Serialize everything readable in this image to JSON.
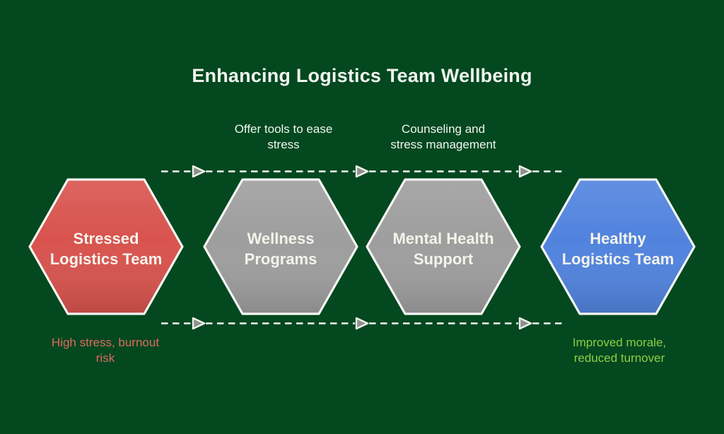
{
  "title": "Enhancing Logistics Team Wellbeing",
  "nodes": [
    {
      "id": "stressed-logistics-team",
      "label": "Stressed Logistics Team"
    },
    {
      "id": "wellness-programs",
      "label": "Wellness Programs"
    },
    {
      "id": "mental-health-support",
      "label": "Mental Health Support"
    },
    {
      "id": "healthy-logistics-team",
      "label": "Healthy Logistics Team"
    }
  ],
  "transitions": [
    {
      "label": "Offer tools to ease stress"
    },
    {
      "label": "Counseling and stress management"
    }
  ],
  "annotations": {
    "left": {
      "text": "High stress, burnout risk",
      "color": "#DF6A5F"
    },
    "right": {
      "text": "Improved morale, reduced turnover",
      "color": "#8FCE45"
    }
  },
  "colors": {
    "background": "#03481F",
    "title_text": "#F1F5F1",
    "label_text": "#F1F5F1",
    "node_text": "#F4F4EC",
    "node_border": "#F5F7F4",
    "arrow": "#F1F4F0",
    "arrowhead_fill": "#8E918C",
    "stressed_fill": "#D8534E",
    "neutral_fill": "#9E9E9E",
    "healthy_fill": "#5183DE"
  }
}
